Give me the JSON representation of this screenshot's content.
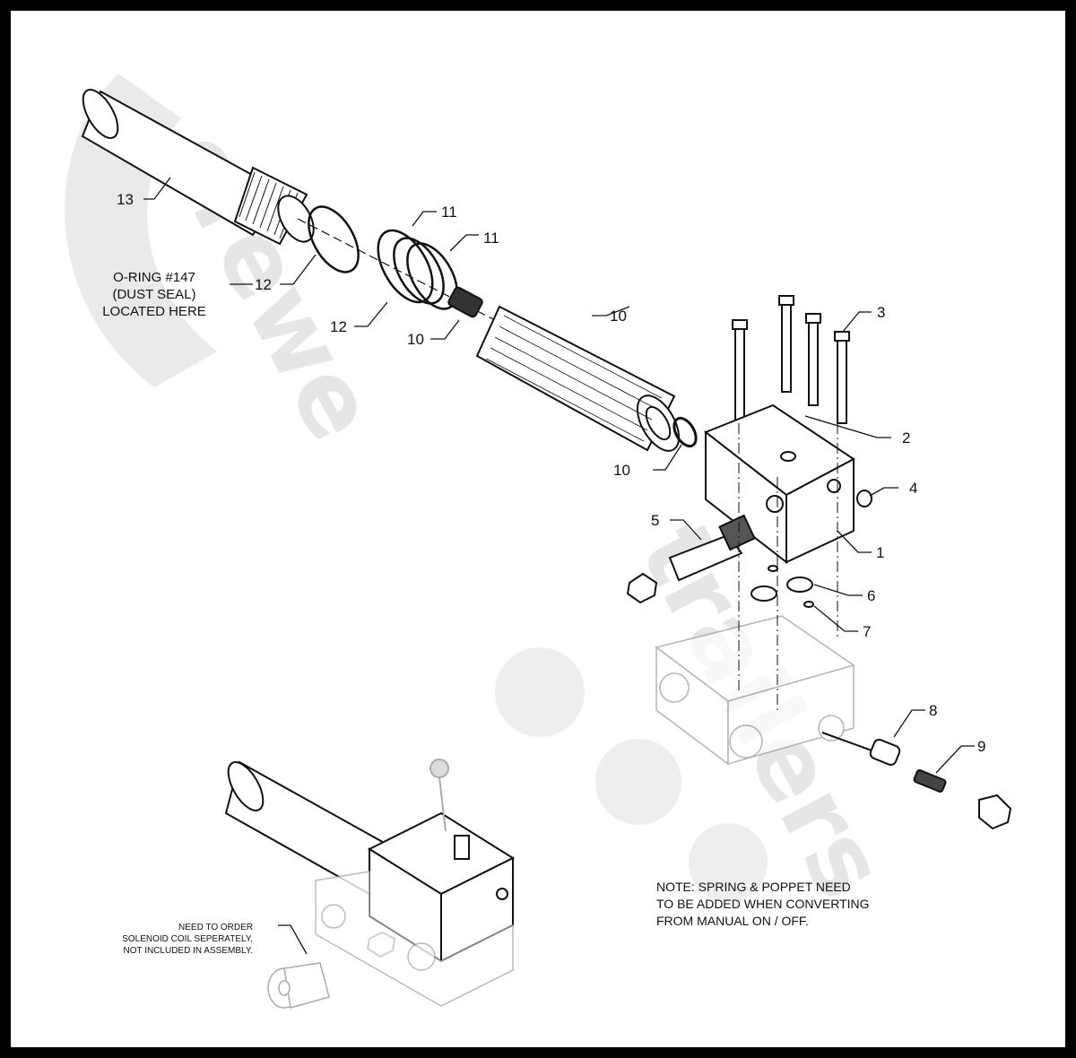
{
  "watermark": {
    "word1": "crewe",
    "word2": "trailers",
    "color": "#e4e4e4"
  },
  "callouts": {
    "c1": "1",
    "c2": "2",
    "c3": "3",
    "c4": "4",
    "c5": "5",
    "c6": "6",
    "c7": "7",
    "c8": "8",
    "c9": "9",
    "c10a": "10",
    "c10b": "10",
    "c10c": "10",
    "c11a": "11",
    "c11b": "11",
    "c12a": "12",
    "c12b": "12",
    "c13": "13"
  },
  "notes": {
    "oring_line1": "O-RING #147",
    "oring_line2": "(DUST SEAL)",
    "oring_line3": "LOCATED HERE",
    "main_line1": "NOTE: SPRING & POPPET NEED",
    "main_line2": "TO BE ADDED WHEN CONVERTING",
    "main_line3": "FROM MANUAL ON / OFF.",
    "coil_line1": "NEED TO ORDER",
    "coil_line2": "SOLENOID COIL SEPERATELY,",
    "coil_line3": "NOT INCLUDED IN ASSEMBLY."
  }
}
